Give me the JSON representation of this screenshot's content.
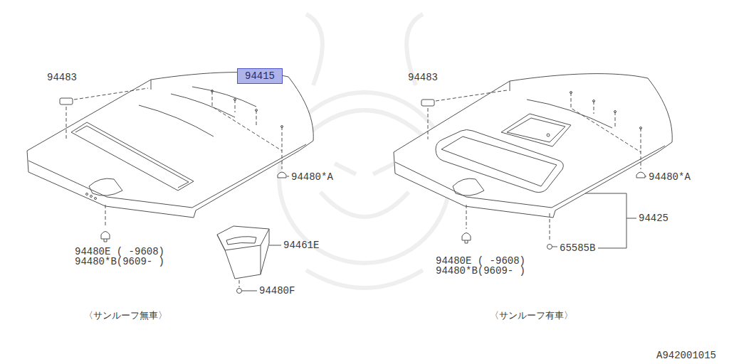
{
  "diagram": {
    "nodes": [
      {
        "text": [
          "94415"
        ]
      }
    ],
    "labels": [
      "94483",
      "94480*A",
      "94480E ( -9608)",
      "94480*B(9609- )",
      "94461E",
      "94480F",
      "〈サンルーフ無車〉",
      "94483",
      "94480*A",
      "94425",
      "65585B",
      "94480E ( -9608)",
      "94480*B(9609- )",
      "〈サンルーフ有車〉",
      "A942001015"
    ]
  }
}
